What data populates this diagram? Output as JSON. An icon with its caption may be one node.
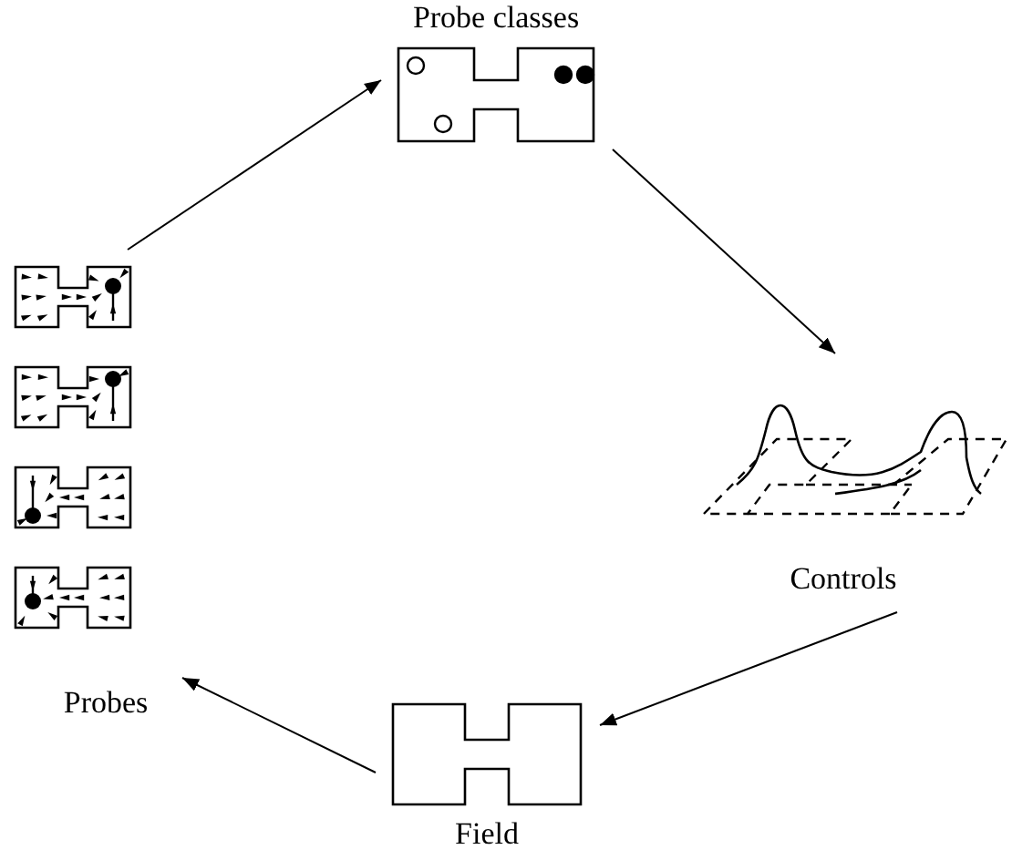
{
  "diagram": {
    "nodes": [
      {
        "text": [
          "Probe classes"
        ]
      },
      {
        "text": [
          "Controls"
        ]
      },
      {
        "text": [
          "Field"
        ]
      },
      {
        "text": [
          "Probes"
        ]
      }
    ],
    "edges": [
      {
        "from": 3,
        "to": 0,
        "arrow": "to"
      },
      {
        "from": 0,
        "to": 1,
        "arrow": "to"
      },
      {
        "from": 1,
        "to": 2,
        "arrow": "to"
      },
      {
        "from": 2,
        "to": 3,
        "arrow": "to"
      }
    ]
  }
}
